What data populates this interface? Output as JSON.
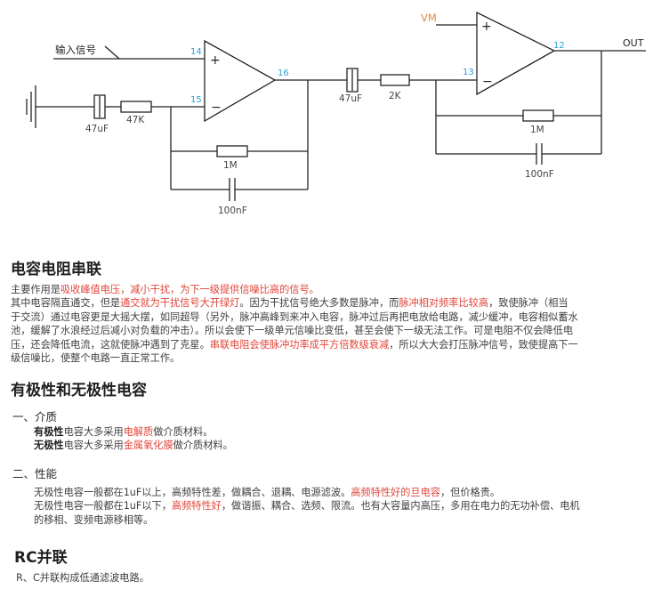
{
  "circuit": {
    "input_label": "输入信号",
    "vm_label": "VM",
    "out_label": "OUT",
    "pins": {
      "p14": "14",
      "p15": "15",
      "p16": "16",
      "p12": "12",
      "p13": "13"
    },
    "plus_sign": "+",
    "minus_sign": "−",
    "components": {
      "c_in": "47uF",
      "r_in": "47K",
      "r_fb1": "1M",
      "c_fb1": "100nF",
      "c_couple": "47uF",
      "r_couple": "2K",
      "r_fb2": "1M",
      "c_fb2": "100nF"
    },
    "accent_color": "#e08a3c",
    "cyan_color": "#2aa0d8"
  },
  "sec1": {
    "title": "电容电阻串联",
    "l1_a": "主要作用是",
    "l1_red": "吸收峰值电压，减小干扰，为下一级提供信噪比高的信号。",
    "l2_a": "其中电容隔直通交，但是",
    "l2_red1": "通交就为干扰信号大开绿灯",
    "l2_b": "。因为干扰信号绝大多数是脉冲，而",
    "l2_red2": "脉冲相对频率比较高",
    "l2_c": "，致使脉冲（相当",
    "l3": "于交流）通过电容更是大摇大摆，如同超导（另外，脉冲高峰到来冲入电容，脉冲过后再把电放给电路，减少缓冲，电容相似蓄水",
    "l4": "池，缓解了水浪经过后减小对负载的冲击）。所以会使下一级单元信噪比变低，甚至会使下一级无法工作。可是电阻不仅会降低电",
    "l5_a": "压，还会降低电流，这就使脉冲遇到了克星。",
    "l5_red": "串联电阻会使脉冲功率成平方倍数级衰减",
    "l5_b": "，所以大大会打压脉冲信号，致使提高下一",
    "l6": "级信噪比，使整个电路一直正常工作。"
  },
  "sec2": {
    "title": "有极性和无极性电容",
    "s1_title": "一、介质",
    "s1_l1_bold": "有极性",
    "s1_l1_a": "电容大多采用",
    "s1_l1_red": "电解质",
    "s1_l1_b": "做介质材料。",
    "s1_l2_bold": "无极性",
    "s1_l2_a": "电容大多采用",
    "s1_l2_red": "金属氧化膜",
    "s1_l2_b": "做介质材料。",
    "s2_title": "二、性能",
    "s2_l1_a": "无极性电容一般都在1uF以上，高频特性差，做耦合、退耦、电源滤波。",
    "s2_l1_red": "高频特性好的旦电容",
    "s2_l1_b": "，但价格贵。",
    "s2_l2_a": "无极性电容一般都在1uF以下，",
    "s2_l2_red": "高频特性好",
    "s2_l2_b": "，做谐振、耦合、选频、限流。也有大容量内高压，多用在电力的无功补偿、电机",
    "s2_l3": "的移相、变频电源移相等。"
  },
  "sec3": {
    "title": "RC并联",
    "l1": "R、C并联构成低通滤波电路。"
  }
}
